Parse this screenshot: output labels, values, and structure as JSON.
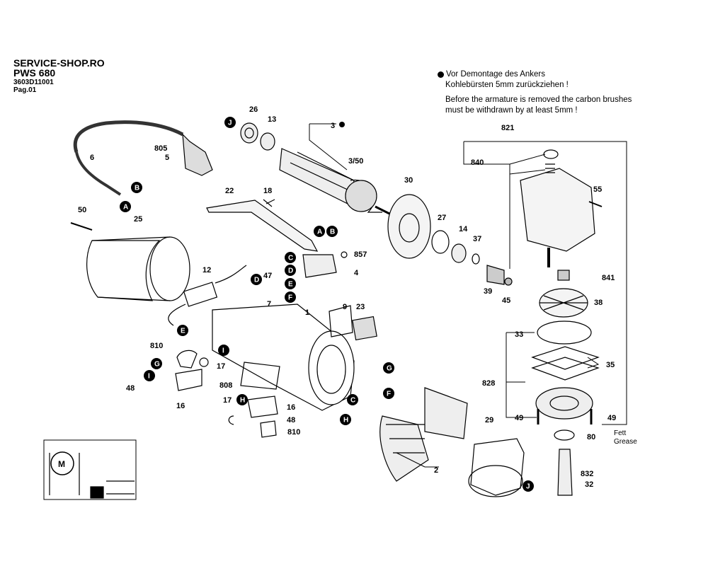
{
  "header": {
    "shop": "SERVICE-SHOP.RO",
    "model": "PWS 680",
    "part_number": "3603D11001",
    "page": "Pag.01"
  },
  "note": {
    "de_line1": "Vor Demontage des Ankers",
    "de_line2": "Kohlebürsten 5mm zurückziehen !",
    "en_line1": "Before the armature is removed the carbon brushes",
    "en_line2": "must be withdrawn by at least 5mm !"
  },
  "grease": {
    "de": "Fett",
    "en": "Grease"
  },
  "part_labels": [
    "26",
    "13",
    "3",
    "3/50",
    "805",
    "5",
    "6",
    "22",
    "18",
    "30",
    "50",
    "25",
    "27",
    "14",
    "37",
    "12",
    "47",
    "857",
    "4",
    "39",
    "45",
    "7",
    "1",
    "9",
    "23",
    "810",
    "17",
    "48",
    "16",
    "808",
    "17",
    "16",
    "48",
    "810",
    "29",
    "2",
    "821",
    "840",
    "55",
    "841",
    "38",
    "33",
    "35",
    "828",
    "49",
    "49",
    "80",
    "832",
    "32",
    "M"
  ],
  "callout_letters": [
    "J",
    "B",
    "A",
    "A",
    "B",
    "C",
    "D",
    "E",
    "F",
    "D",
    "E",
    "I",
    "G",
    "I",
    "H",
    "G",
    "F",
    "C",
    "H",
    "J"
  ]
}
